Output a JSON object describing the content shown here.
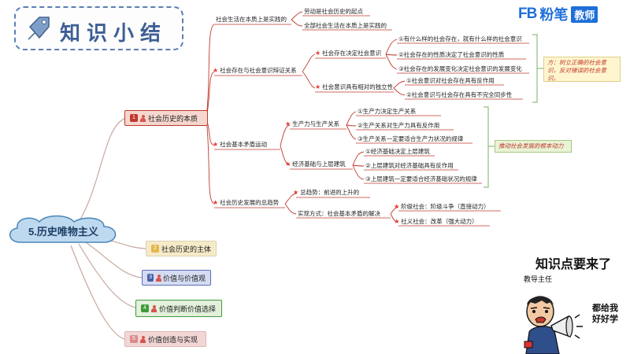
{
  "header": {
    "title": "知识小结",
    "brand_logo": "FB",
    "brand_name": "粉笔",
    "brand_suffix": "教师"
  },
  "root": {
    "label": "5.历史唯物主义"
  },
  "main_branches": [
    {
      "num": "1",
      "label": "社会历史的本质"
    },
    {
      "num": "2",
      "label": "社会历史的主体"
    },
    {
      "num": "3",
      "label": "价值与价值观"
    },
    {
      "num": "4",
      "label": "价值判断价值选择"
    },
    {
      "num": "5",
      "label": "价值创造与实现"
    }
  ],
  "b1": {
    "s1": {
      "label": "社会生活在本质上是实践的",
      "items": [
        "劳动是社会历史的起点",
        "全部社会生活在本质上是实践的"
      ]
    },
    "s2": {
      "label": "社会存在与社会意识辩证关系",
      "a": {
        "label": "社会存在决定社会意识",
        "items": [
          "①有什么样的社会存在，就有什么样的社会意识",
          "②社会存在的性质决定了社会意识的性质",
          "③社会存在的发展变化决定社会意识的发展变化"
        ]
      },
      "b": {
        "label": "社会意识具有相对的独立性",
        "items": [
          "①社会意识对社会存在具有反作用",
          "②社会意识与社会存在具有不完全同步性"
        ]
      },
      "note": "方：树立正确的社会意识，反对错误的社会意识。"
    },
    "s3": {
      "label": "社会基本矛盾运动",
      "a": {
        "label": "生产力与生产关系",
        "items": [
          "①生产力决定生产关系",
          "②生产关系对生产力具有反作用",
          "③生产关系一定要适合生产力状况的规律"
        ]
      },
      "b": {
        "label": "经济基础与上层建筑",
        "items": [
          "①经济基础决定上层建筑",
          "②上层建筑对经济基础具有反作用",
          "③上层建筑一定要适合经济基础状况的规律"
        ]
      },
      "note": "推动社会发展的根本动力"
    },
    "s4": {
      "label": "社会历史发展的总趋势",
      "a": {
        "label": "总趋势：前进的上升的"
      },
      "b": {
        "label": "实现方式：社会基本矛盾的解决",
        "items": [
          "阶级社会：阶级斗争（直接动力）",
          "社义社会：改革（强大动力）"
        ]
      }
    }
  },
  "cartoon": {
    "headline": "知识点要来了",
    "role": "教导主任",
    "speech": "都给我\n好好学"
  }
}
